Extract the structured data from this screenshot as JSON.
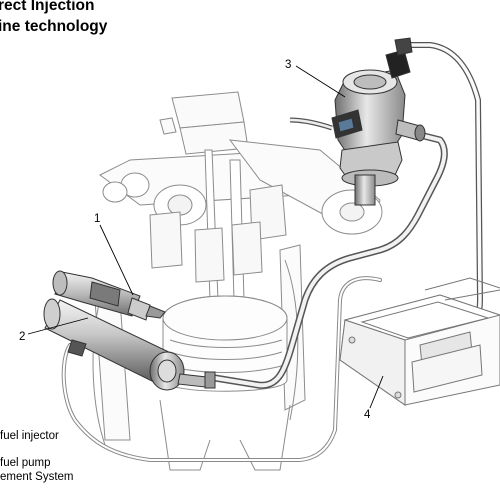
{
  "title": {
    "line1": "rect Injection",
    "line2": "ine technology"
  },
  "callouts": [
    "1",
    "2",
    "3",
    "4"
  ],
  "legend": {
    "item1": "fuel injector",
    "item2": "fuel pump",
    "item3": "ement System"
  }
}
